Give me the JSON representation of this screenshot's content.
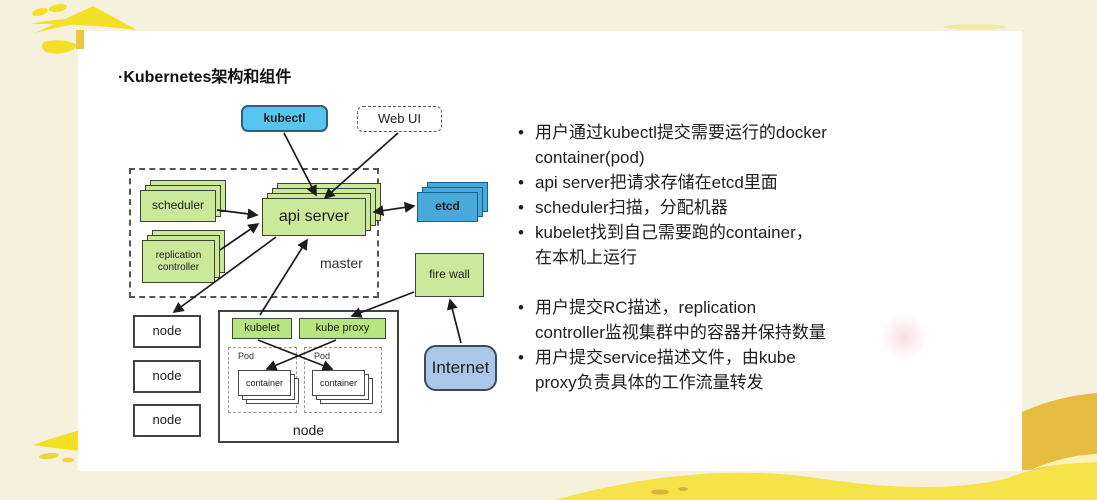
{
  "slide": {
    "title": "·Kubernetes架构和组件",
    "bullet_char": "•",
    "diagram": {
      "kubectl": "kubectl",
      "web_ui": "Web UI",
      "scheduler": "scheduler",
      "replication_controller": "replication\ncontroller",
      "api_server": "api server",
      "etcd": "etcd",
      "master": "master",
      "fire_wall": "fire wall",
      "internet": "Internet",
      "nodes": [
        "node",
        "node",
        "node"
      ],
      "kubelet": "kubelet",
      "kube_proxy": "kube proxy",
      "pod": "Pod",
      "container": "container",
      "node_box": "node"
    },
    "bullets_top": [
      "用户通过kubectl提交需要运行的docker\ncontainer(pod)",
      "api server把请求存储在etcd里面",
      "scheduler扫描，分配机器",
      "kubelet找到自己需要跑的container，\n在本机上运行"
    ],
    "bullets_bottom": [
      "用户提交RC描述，replication\ncontroller监视集群中的容器并保持数量",
      "用户提交service描述文件，由kube\nproxy负责具体的工作流量转发"
    ],
    "colors": {
      "background": "#f5f1dc",
      "slide": "#ffffff",
      "decoration_yellow": "#f3df25",
      "gold_wave": "#e7bd41",
      "bright_wave": "#f6e34a",
      "green_box": "#cbe99b",
      "bright_green_box": "#b7e67e",
      "kubectl_blue": "#57c5ee",
      "etcd_blue": "#49a9da",
      "internet_blue": "#a9c7e8",
      "arrow": "#1c1c1c"
    }
  }
}
